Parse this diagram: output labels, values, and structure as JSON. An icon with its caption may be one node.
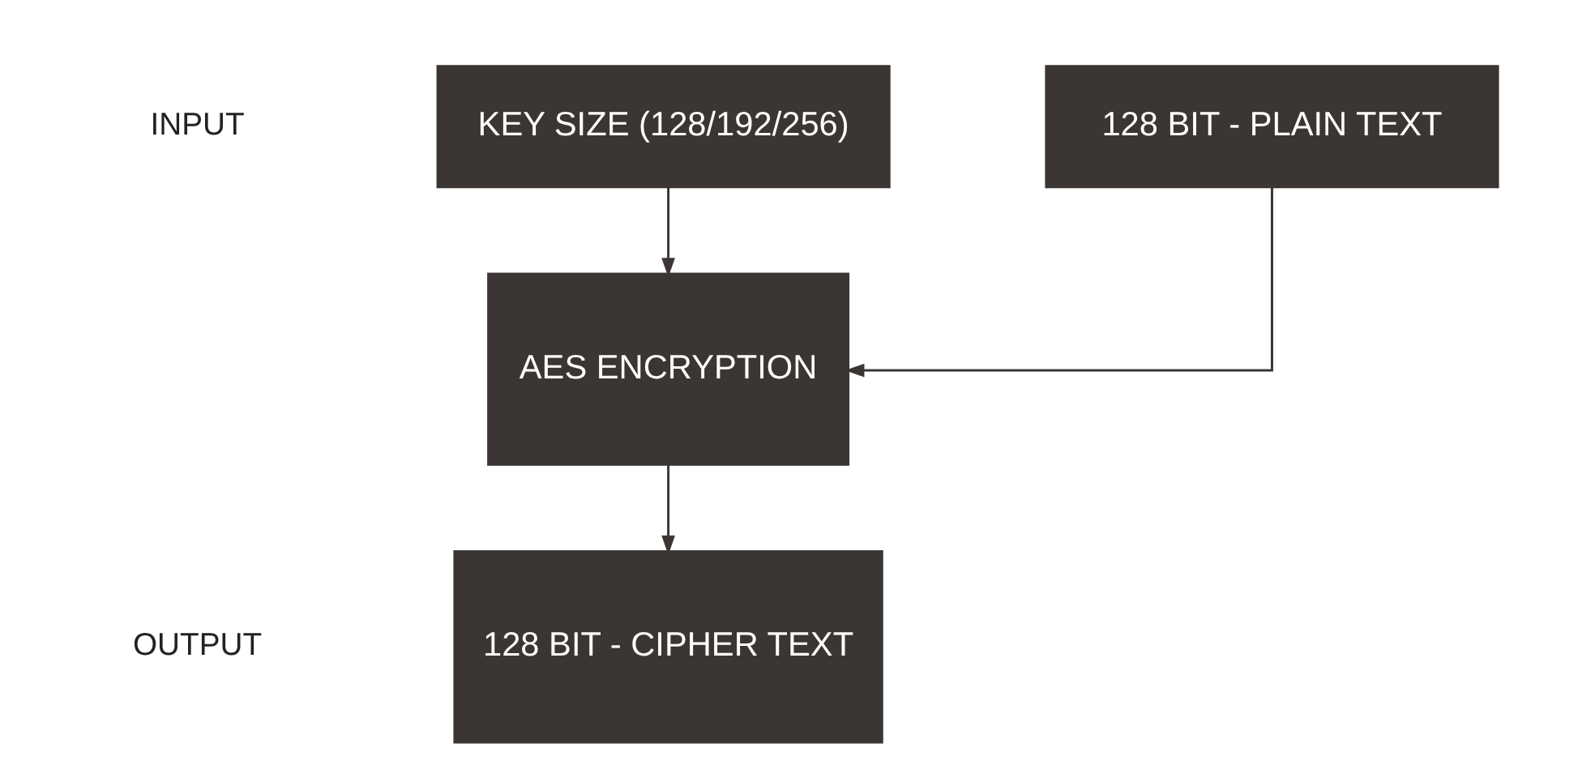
{
  "diagram": {
    "nodes": [
      {
        "text": [
          "128 BIT - PLAIN TEXT"
        ]
      },
      {
        "text": [
          "KEY SIZE (128/192/256)"
        ]
      },
      {
        "text": [
          "AES ENCRYPTION"
        ]
      },
      {
        "text": [
          "128 BIT - CIPHER TEXT"
        ]
      }
    ],
    "edges": [
      {
        "from": 0,
        "to": 2,
        "arrow": "to"
      },
      {
        "from": 1,
        "to": 2,
        "arrow": "to"
      },
      {
        "from": 2,
        "to": 3,
        "arrow": "to"
      }
    ],
    "labels": [
      "INPUT",
      "OUTPUT"
    ]
  }
}
